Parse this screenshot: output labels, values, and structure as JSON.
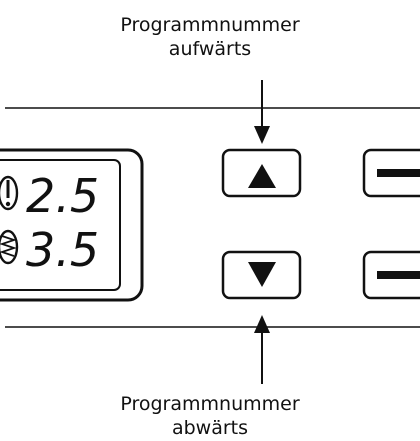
{
  "callouts": {
    "up": {
      "line1": "Programmnummer",
      "line2": "aufwärts"
    },
    "down": {
      "line1": "Programmnummer",
      "line2": "abwärts"
    }
  },
  "display": {
    "stitch_width": "2.5",
    "stitch_length": "3.5",
    "width_icon": "stitch-width-icon",
    "length_icon": "stitch-length-icon"
  },
  "buttons": {
    "up": {
      "icon": "triangle-up-icon"
    },
    "down": {
      "icon": "triangle-down-icon"
    },
    "right_top": {
      "icon": "minus-icon"
    },
    "right_bottom": {
      "icon": "minus-icon"
    }
  },
  "colors": {
    "ink": "#111111",
    "background": "#ffffff"
  }
}
